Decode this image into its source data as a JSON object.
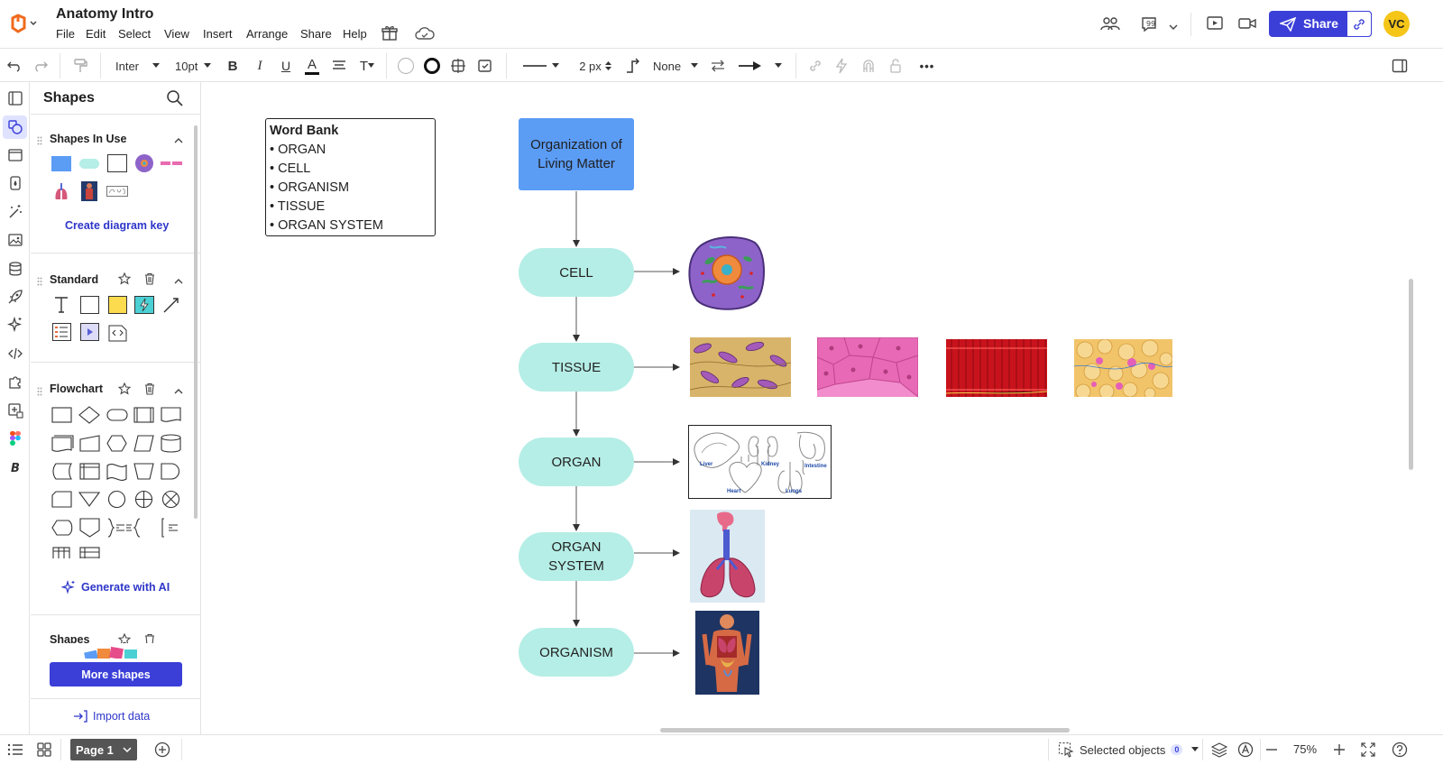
{
  "app": {
    "title": "Anatomy Intro",
    "menu": [
      "File",
      "Edit",
      "Select",
      "View",
      "Insert",
      "Arrange",
      "Share",
      "Help"
    ],
    "share_label": "Share",
    "avatar_initials": "VC",
    "accent": "#3b3fd8"
  },
  "toolbar": {
    "font": "Inter",
    "font_size": "10pt",
    "bold": "B",
    "italic": "I",
    "underline": "U",
    "text_color": "A",
    "text_format": "T",
    "line_width": "2 px",
    "arrow_start": "None",
    "more": "•••"
  },
  "panel": {
    "title": "Shapes",
    "shapes_in_use_title": "Shapes In Use",
    "create_key_label": "Create diagram key",
    "standard_title": "Standard",
    "flowchart_title": "Flowchart",
    "generate_ai_label": "Generate with AI",
    "shapes_title_partial": "Shapes",
    "more_shapes_label": "More shapes",
    "import_data_label": "Import data"
  },
  "canvas": {
    "word_bank": {
      "title": "Word Bank",
      "items": [
        "• ORGAN",
        "• CELL",
        "• ORGANISM",
        "• TISSUE",
        "• ORGAN SYSTEM"
      ]
    },
    "header_box": {
      "line1": "Organization of",
      "line2": "Living Matter",
      "color": "#5b9cf5"
    },
    "levels": {
      "cell": "CELL",
      "tissue": "TISSUE",
      "organ": "ORGAN",
      "organ_system_line1": "ORGAN",
      "organ_system_line2": "SYSTEM",
      "organism": "ORGANISM"
    },
    "pill_color": "#b5eee6",
    "organ_labels": {
      "liver": "Liver",
      "kidney": "Kidney",
      "intestine": "Intestine",
      "heart": "Heart",
      "lungs": "Lungs"
    }
  },
  "bottombar": {
    "page_label": "Page 1",
    "selected_objects_label": "Selected objects",
    "selected_count": "0",
    "zoom": "75%"
  }
}
